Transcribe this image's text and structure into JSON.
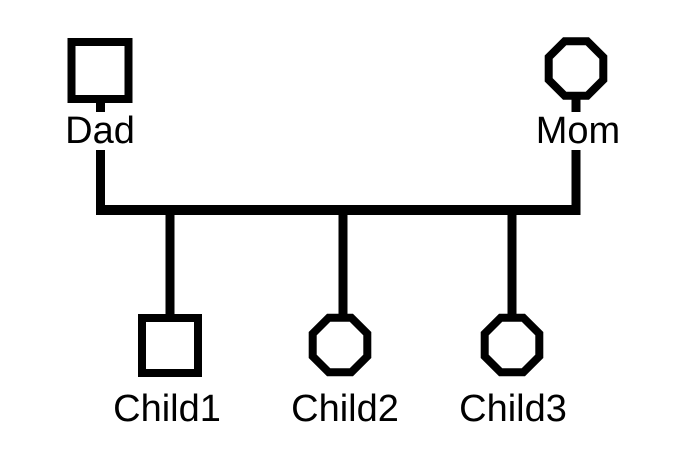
{
  "diagram": {
    "type": "family-genogram",
    "background_color": "#ffffff",
    "line_color": "#000000",
    "parents": [
      {
        "label": "Dad",
        "symbol": "square-male"
      },
      {
        "label": "Mom",
        "symbol": "circle-female"
      }
    ],
    "children": [
      {
        "label": "Child1",
        "symbol": "square-male"
      },
      {
        "label": "Child2",
        "symbol": "circle-female"
      },
      {
        "label": "Child3",
        "symbol": "circle-female"
      }
    ]
  }
}
